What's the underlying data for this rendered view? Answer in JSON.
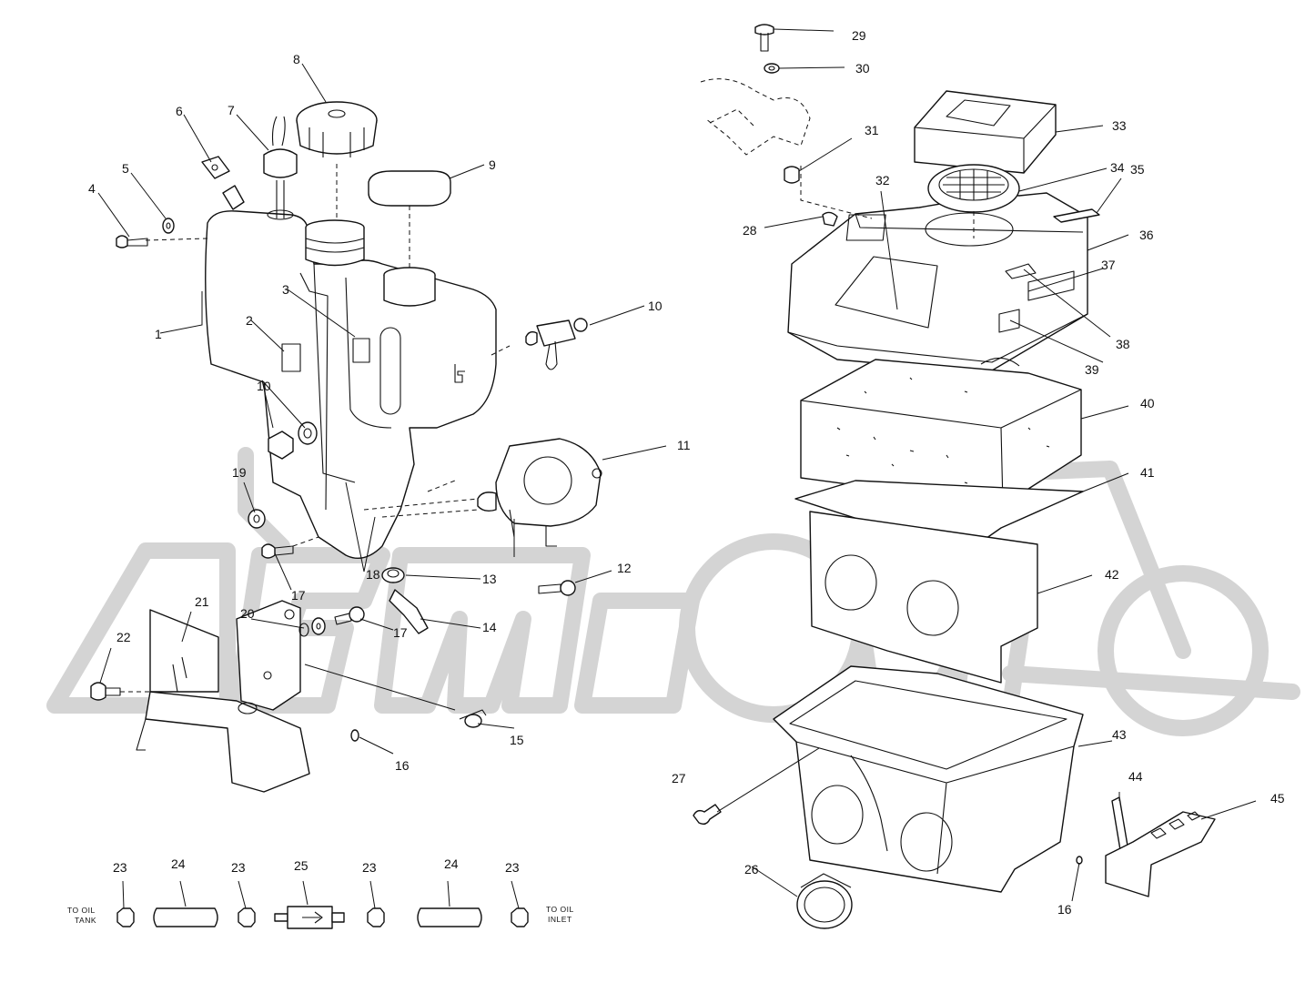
{
  "callouts": [
    {
      "id": "1",
      "label": "1"
    },
    {
      "id": "2",
      "label": "2"
    },
    {
      "id": "3",
      "label": "3"
    },
    {
      "id": "4",
      "label": "4"
    },
    {
      "id": "5",
      "label": "5"
    },
    {
      "id": "6",
      "label": "6"
    },
    {
      "id": "7",
      "label": "7"
    },
    {
      "id": "8",
      "label": "8"
    },
    {
      "id": "9",
      "label": "9"
    },
    {
      "id": "10a",
      "label": "10"
    },
    {
      "id": "10b",
      "label": "10"
    },
    {
      "id": "11",
      "label": "11"
    },
    {
      "id": "12",
      "label": "12"
    },
    {
      "id": "13",
      "label": "13"
    },
    {
      "id": "14",
      "label": "14"
    },
    {
      "id": "15",
      "label": "15"
    },
    {
      "id": "16a",
      "label": "16"
    },
    {
      "id": "16b",
      "label": "16"
    },
    {
      "id": "17a",
      "label": "17"
    },
    {
      "id": "17b",
      "label": "17"
    },
    {
      "id": "18",
      "label": "18"
    },
    {
      "id": "19",
      "label": "19"
    },
    {
      "id": "20",
      "label": "20"
    },
    {
      "id": "21",
      "label": "21"
    },
    {
      "id": "22",
      "label": "22"
    },
    {
      "id": "23a",
      "label": "23"
    },
    {
      "id": "23b",
      "label": "23"
    },
    {
      "id": "23c",
      "label": "23"
    },
    {
      "id": "23d",
      "label": "23"
    },
    {
      "id": "24a",
      "label": "24"
    },
    {
      "id": "24b",
      "label": "24"
    },
    {
      "id": "25",
      "label": "25"
    },
    {
      "id": "26",
      "label": "26"
    },
    {
      "id": "27",
      "label": "27"
    },
    {
      "id": "28",
      "label": "28"
    },
    {
      "id": "29",
      "label": "29"
    },
    {
      "id": "30",
      "label": "30"
    },
    {
      "id": "31",
      "label": "31"
    },
    {
      "id": "32",
      "label": "32"
    },
    {
      "id": "33",
      "label": "33"
    },
    {
      "id": "34",
      "label": "34"
    },
    {
      "id": "35",
      "label": "35"
    },
    {
      "id": "36",
      "label": "36"
    },
    {
      "id": "37",
      "label": "37"
    },
    {
      "id": "38",
      "label": "38"
    },
    {
      "id": "39",
      "label": "39"
    },
    {
      "id": "40",
      "label": "40"
    },
    {
      "id": "41",
      "label": "41"
    },
    {
      "id": "42",
      "label": "42"
    },
    {
      "id": "43",
      "label": "43"
    },
    {
      "id": "44",
      "label": "44"
    },
    {
      "id": "45",
      "label": "45"
    }
  ],
  "captions": {
    "to_oil_tank_line1": "TO OIL",
    "to_oil_tank_line2": "TANK",
    "to_oil_inlet_line1": "TO OIL",
    "to_oil_inlet_line2": "INLET"
  },
  "colors": {
    "line": "#111111",
    "watermark": "#d4d4d4",
    "background": "#ffffff"
  }
}
